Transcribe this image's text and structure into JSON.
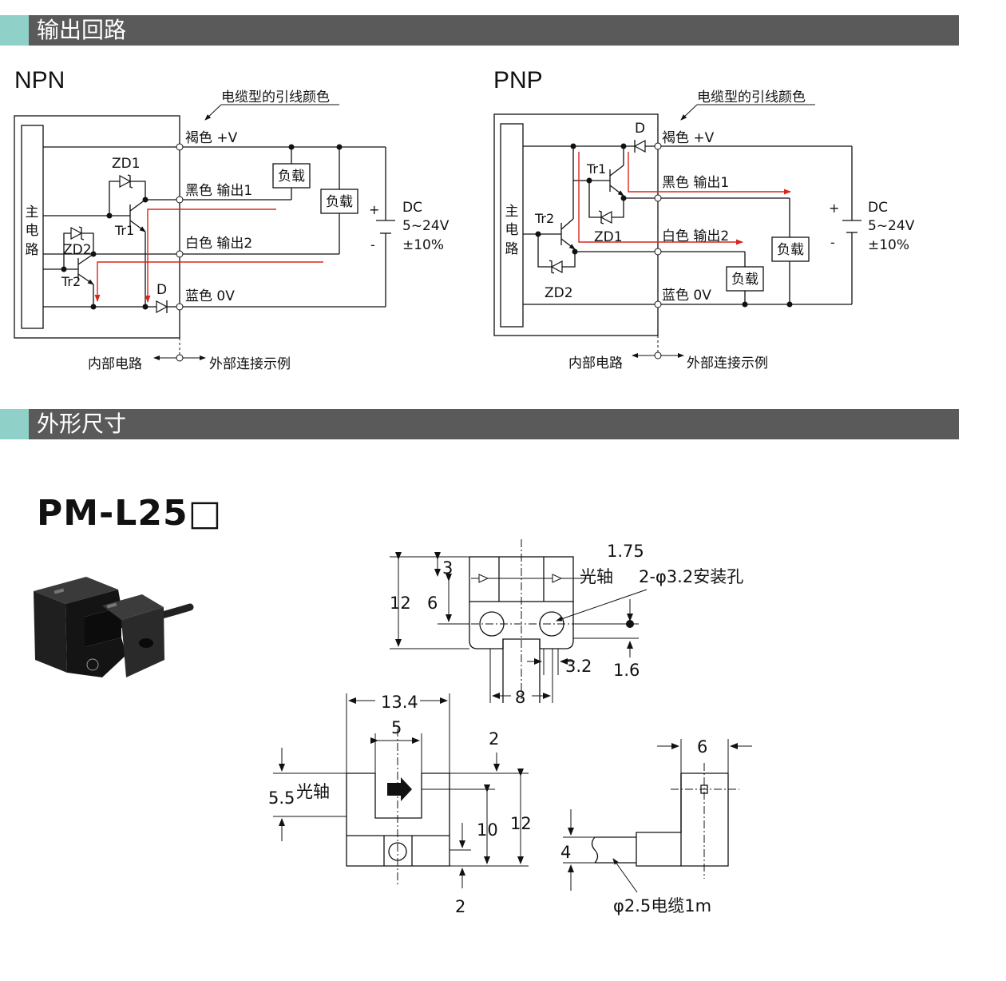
{
  "sections": {
    "circuit_title": "输出回路",
    "dims_title": "外形尺寸"
  },
  "npn": {
    "title": "NPN",
    "wire_color_note": "电缆型的引线颜色",
    "main_circuit": [
      "主",
      "电",
      "路"
    ],
    "brown": "褐色  +V",
    "black": "黑色  输出1",
    "white": "白色  输出2",
    "blue": "蓝色  0V",
    "load1": "负载",
    "load2": "负载",
    "zd1": "ZD1",
    "zd2": "ZD2",
    "tr1": "Tr1",
    "tr2": "Tr2",
    "diode": "D",
    "plus": "+",
    "minus": "-",
    "dc": "DC",
    "voltage": "5~24V",
    "tolerance": "±10%",
    "internal": "内部电路",
    "external": "外部连接示例"
  },
  "pnp": {
    "title": "PNP",
    "wire_color_note": "电缆型的引线颜色",
    "main_circuit": [
      "主",
      "电",
      "路"
    ],
    "brown": "褐色  +V",
    "black": "黑色  输出1",
    "white": "白色  输出2",
    "blue": "蓝色  0V",
    "load1": "负载",
    "load2": "负载",
    "zd1": "ZD1",
    "zd2": "ZD2",
    "tr1": "Tr1",
    "tr2": "Tr2",
    "diode": "D",
    "plus": "+",
    "minus": "-",
    "dc": "DC",
    "voltage": "5~24V",
    "tolerance": "±10%",
    "internal": "内部电路",
    "external": "外部连接示例"
  },
  "model": "PM-L25□",
  "dimensions": {
    "top_view": {
      "d3": "3",
      "d6": "6",
      "d12": "12",
      "d175": "1.75",
      "axis": "光轴",
      "holes": "2-φ3.2安装孔",
      "d32": "3.2",
      "d16": "1.6",
      "d8": "8"
    },
    "front_view": {
      "d134": "13.4",
      "d5": "5",
      "d2_top": "2",
      "d55": "5.5",
      "axis": "光轴",
      "d10": "10",
      "d12": "12",
      "d2_bottom": "2"
    },
    "side_view": {
      "d6": "6",
      "d4": "4",
      "cable": "φ2.5电缆1m"
    }
  },
  "colors": {
    "section_bar": "#5a5a5a",
    "section_accent": "#8fd1c8",
    "signal_arrow": "#d8261f"
  }
}
